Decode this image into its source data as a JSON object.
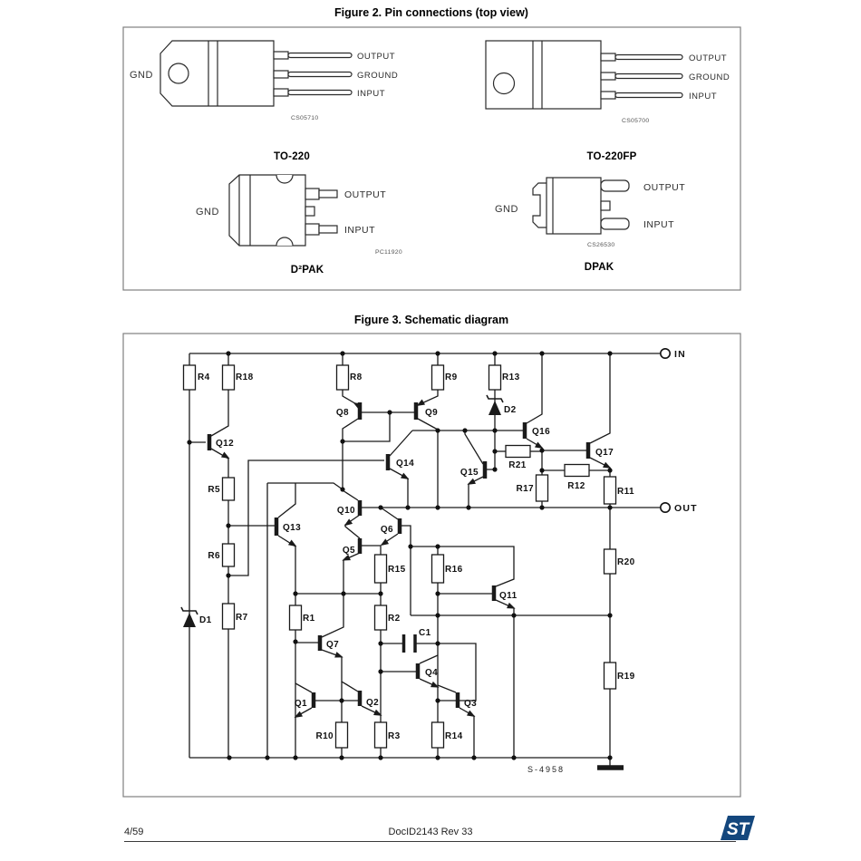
{
  "figure2": {
    "title": "Figure 2. Pin connections (top view)",
    "packages": [
      {
        "name": "TO-220",
        "gnd": "GND",
        "pins": [
          "OUTPUT",
          "GROUND",
          "INPUT"
        ],
        "code": "CS05710"
      },
      {
        "name": "TO-220FP",
        "gnd": "",
        "pins": [
          "OUTPUT",
          "GROUND",
          "INPUT"
        ],
        "code": "CS05700"
      },
      {
        "name": "D²PAK",
        "gnd": "GND",
        "pins": [
          "OUTPUT",
          "INPUT"
        ],
        "code": "PC11920"
      },
      {
        "name": "DPAK",
        "gnd": "GND",
        "pins": [
          "OUTPUT",
          "INPUT"
        ],
        "code": "CS26530"
      }
    ]
  },
  "figure3": {
    "title": "Figure 3. Schematic diagram",
    "terminals": {
      "in": "IN",
      "out": "OUT"
    },
    "note": "S-4958",
    "labels": {
      "R1": "R1",
      "R2": "R2",
      "R3": "R3",
      "R4": "R4",
      "R5": "R5",
      "R6": "R6",
      "R7": "R7",
      "R8": "R8",
      "R9": "R9",
      "R10": "R10",
      "R11": "R11",
      "R12": "R12",
      "R13": "R13",
      "R14": "R14",
      "R15": "R15",
      "R16": "R16",
      "R17": "R17",
      "R18": "R18",
      "R19": "R19",
      "R20": "R20",
      "R21": "R21",
      "Q1": "Q1",
      "Q2": "Q2",
      "Q3": "Q3",
      "Q4": "Q4",
      "Q5": "Q5",
      "Q6": "Q6",
      "Q7": "Q7",
      "Q8": "Q8",
      "Q9": "Q9",
      "Q10": "Q10",
      "Q11": "Q11",
      "Q12": "Q12",
      "Q13": "Q13",
      "Q14": "Q14",
      "Q15": "Q15",
      "Q16": "Q16",
      "Q17": "Q17",
      "D1": "D1",
      "D2": "D2",
      "C1": "C1"
    }
  },
  "footer": {
    "page": "4/59",
    "docid": "DocID2143 Rev 33",
    "logo": "ST"
  },
  "colors": {
    "ink": "#1a1a1a",
    "box_border": "#808080",
    "logo_blue": "#14477d",
    "code_gray": "#555555"
  }
}
